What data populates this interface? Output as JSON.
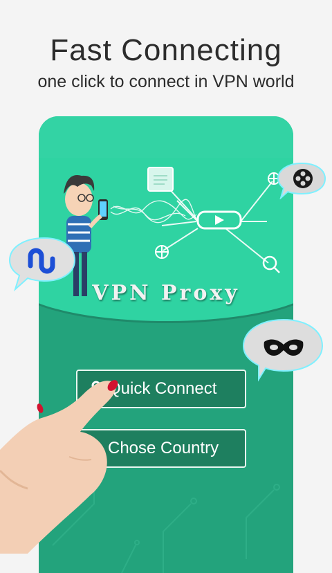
{
  "headline": "Fast Connecting",
  "subline": "one click to connect in VPN world",
  "app": {
    "title": "VPN Proxy",
    "quick_connect_label": "Quick Connect",
    "chose_country_label": "Chose Country"
  },
  "colors": {
    "banner": "#2fd3a2",
    "screen": "#23a37c",
    "button": "#1e7f5f"
  },
  "icons": [
    "film-reel-icon",
    "stumbleupon-icon",
    "mask-icon",
    "key-icon",
    "globe-icon",
    "play-icon",
    "document-icon",
    "search-icon"
  ]
}
